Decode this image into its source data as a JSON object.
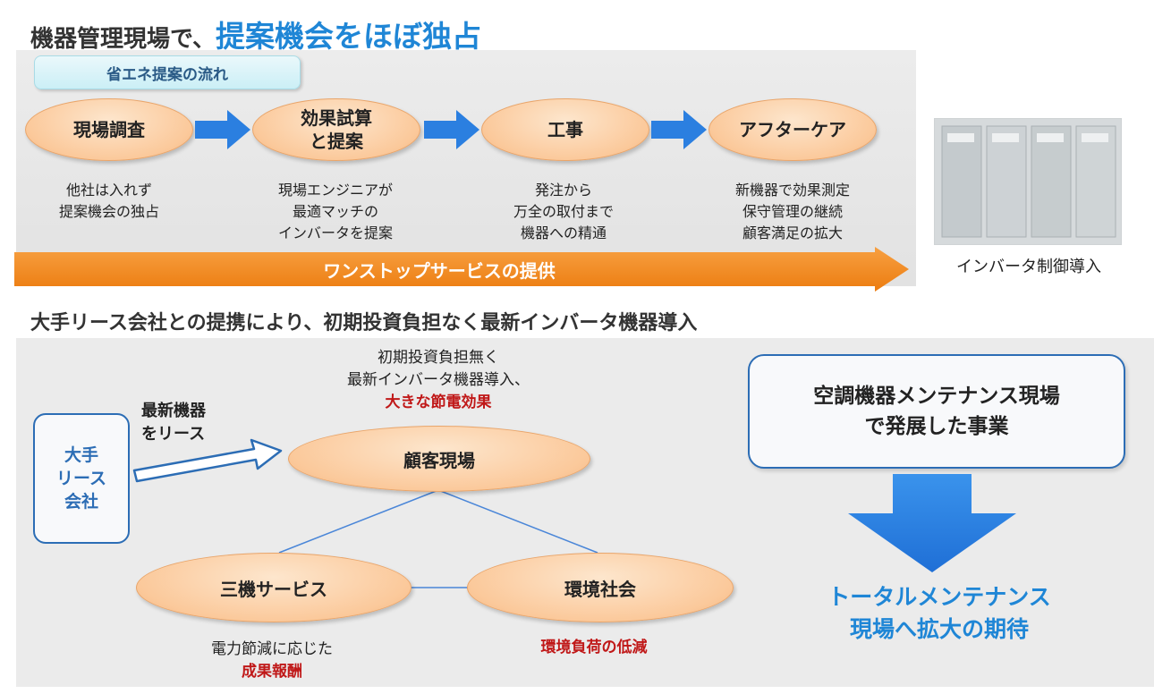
{
  "header": {
    "title_prefix": "機器管理現場で、",
    "title_highlight": "提案機会をほぼ独占"
  },
  "flow": {
    "label": "省エネ提案の流れ",
    "steps": [
      {
        "name": "現場調査",
        "desc": [
          "他社は入れず",
          "提案機会の独占"
        ]
      },
      {
        "name_lines": [
          "効果試算",
          "と提案"
        ],
        "desc": [
          "現場エンジニアが",
          "最適マッチの",
          "インバータを提案"
        ]
      },
      {
        "name": "工事",
        "desc": [
          "発注から",
          "万全の取付まで",
          "機器への精通"
        ]
      },
      {
        "name": "アフターケア",
        "desc": [
          "新機器で効果測定",
          "保守管理の継続",
          "顧客満足の拡大"
        ]
      }
    ],
    "banner": "ワンストップサービスの提供"
  },
  "photo": {
    "caption": "インバータ制御導入"
  },
  "section2": {
    "title": "大手リース会社との提携により、初期投資負担なく最新インバータ機器導入",
    "lease_company": [
      "大手",
      "リース",
      "会社"
    ],
    "lease_action": [
      "最新機器",
      "をリース"
    ],
    "benefit_lines": [
      "初期投資負担無く",
      "最新インバータ機器導入、"
    ],
    "benefit_highlight": "大きな節電効果",
    "customer": "顧客現場",
    "sanki": "三機サービス",
    "environment": "環境社会",
    "sanki_caption": "電力節減に応じた",
    "sanki_highlight": "成果報酬",
    "env_highlight": "環境負荷の低減",
    "business_lines": [
      "空調機器メンテナンス現場",
      "で発展した事業"
    ],
    "expectation_lines": [
      "トータルメンテナンス",
      "現場へ拡大の期待"
    ]
  },
  "colors": {
    "accent_blue": "#1f86d6",
    "box_blue": "#2c6db5",
    "oval_orange": "#fbc99b",
    "banner_orange": "#f08a1c",
    "highlight_red": "#c01818"
  }
}
